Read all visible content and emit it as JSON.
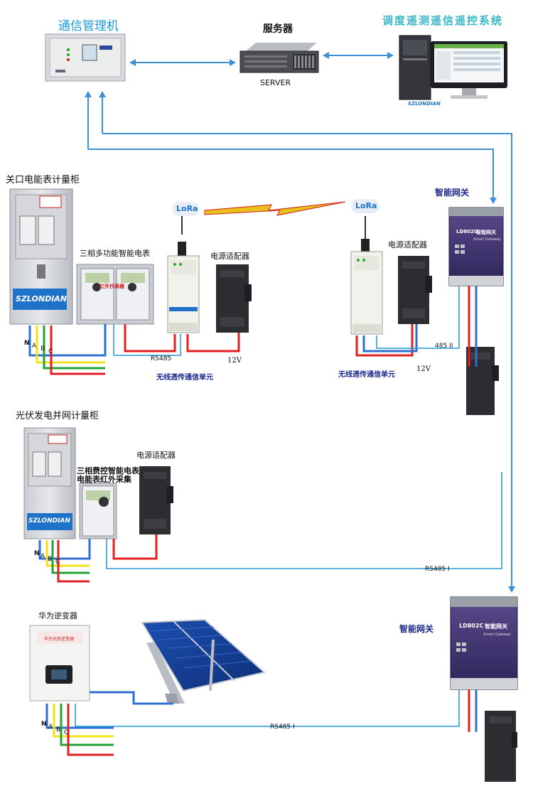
{
  "top": {
    "comm_manager": "通信管理机",
    "server_title": "服务器",
    "server_label": "SERVER",
    "dispatch_system": "调度遥测遥信遥控系统"
  },
  "section1": {
    "cabinet_title": "关口电能表计量柜",
    "meter_label": "三相多功能智能电表",
    "ir_tag": "红外抄表器",
    "power_adapter_left": "电源适配器",
    "power_adapter_right": "电源适配器",
    "rs485": "RS485",
    "v12_left": "12V",
    "v12_right": "12V",
    "wireless_unit_left": "无线透传通信单元",
    "wireless_unit_right": "无线透传通信单元",
    "lora_left": "LoRa",
    "lora_right": "LoRa",
    "gateway_title": "智能网关",
    "rs485_ii": "485 II",
    "nabc": [
      "N",
      "A",
      "B",
      "C"
    ]
  },
  "section2": {
    "cabinet_title": "光伏发电并网计量柜",
    "meter_label_1": "三相费控智能电表",
    "meter_label_2": "电能表红外采集",
    "power_adapter": "电源适配器",
    "rs485_i": "RS485 I",
    "nabc": [
      "N",
      "A",
      "B",
      "C"
    ]
  },
  "section3": {
    "inverter_label": "华为逆变器",
    "gateway_title": "智能网关",
    "rs485_i": "RS485 I",
    "nabc": [
      "N",
      "A",
      "B",
      "C"
    ]
  },
  "device_text": {
    "brand": "SZLONDIAN",
    "gateway_model": "LD802C",
    "gateway_cn": "智能网关",
    "gateway_en": "Smart Gateway",
    "inverter_cn": "华为光伏逆变器"
  },
  "colors": {
    "arrow_blue": "#3d8fd6",
    "wire_red": "#e02020",
    "wire_yellow": "#f2e21b",
    "wire_green": "#21a336",
    "wire_blue": "#2f6fd1",
    "lora_bolt": "#e8c21a"
  }
}
